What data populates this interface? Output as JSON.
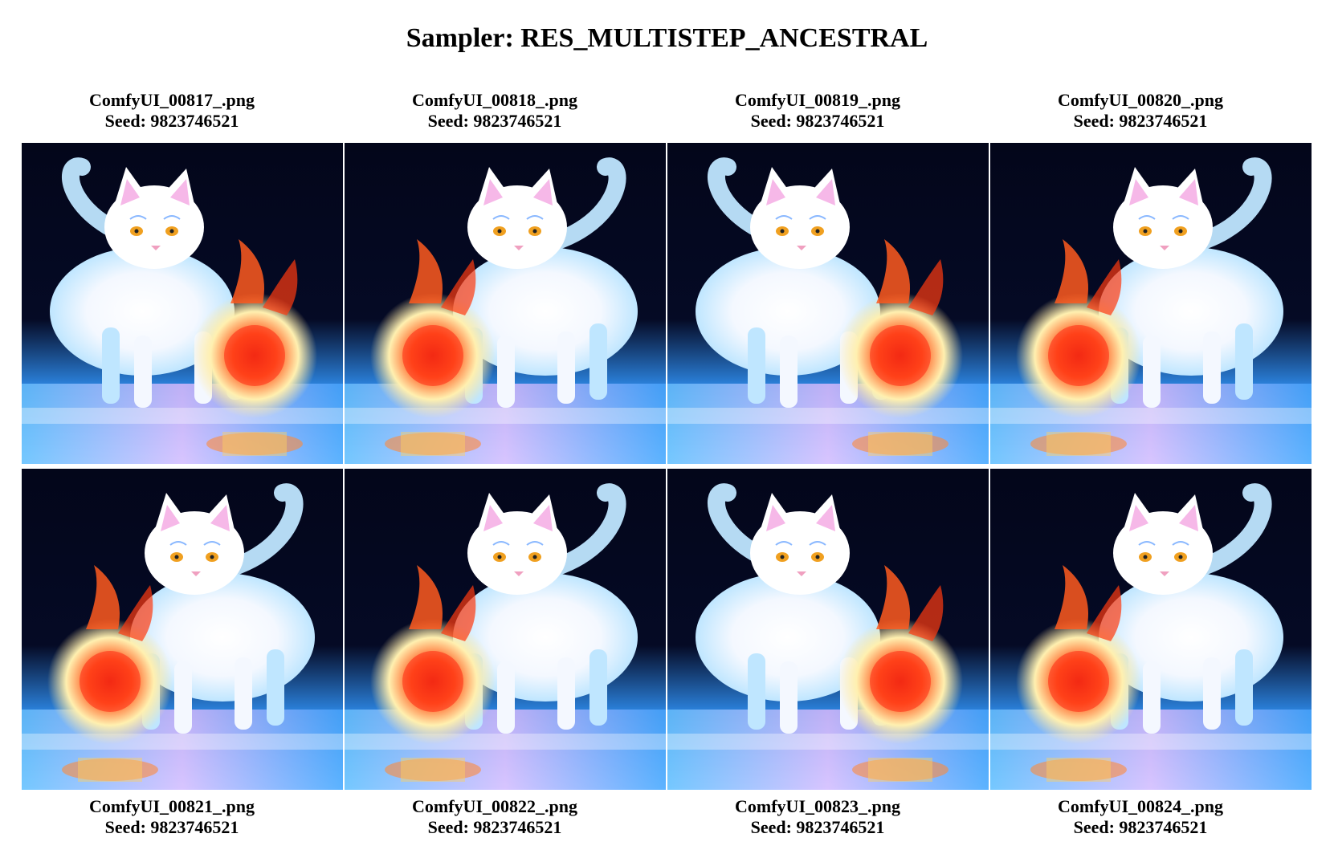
{
  "title": "Sampler: RES_MULTISTEP_ANCESTRAL",
  "images": [
    {
      "filename": "ComfyUI_00817_.png",
      "seed_label": "Seed: 9823746521",
      "ball": "right",
      "tail": "left"
    },
    {
      "filename": "ComfyUI_00818_.png",
      "seed_label": "Seed: 9823746521",
      "ball": "left",
      "tail": "right"
    },
    {
      "filename": "ComfyUI_00819_.png",
      "seed_label": "Seed: 9823746521",
      "ball": "right",
      "tail": "left"
    },
    {
      "filename": "ComfyUI_00820_.png",
      "seed_label": "Seed: 9823746521",
      "ball": "left",
      "tail": "right"
    },
    {
      "filename": "ComfyUI_00821_.png",
      "seed_label": "Seed: 9823746521",
      "ball": "left",
      "tail": "right"
    },
    {
      "filename": "ComfyUI_00822_.png",
      "seed_label": "Seed: 9823746521",
      "ball": "left",
      "tail": "right"
    },
    {
      "filename": "ComfyUI_00823_.png",
      "seed_label": "Seed: 9823746521",
      "ball": "right",
      "tail": "left"
    },
    {
      "filename": "ComfyUI_00824_.png",
      "seed_label": "Seed: 9823746521",
      "ball": "left",
      "tail": "right"
    }
  ],
  "colors": {
    "background": "#050a25",
    "ice": "#bfe6ff",
    "cat": "#f4f8ff",
    "fire": "#ff5a1e",
    "fire_core": "#fff0b0"
  }
}
